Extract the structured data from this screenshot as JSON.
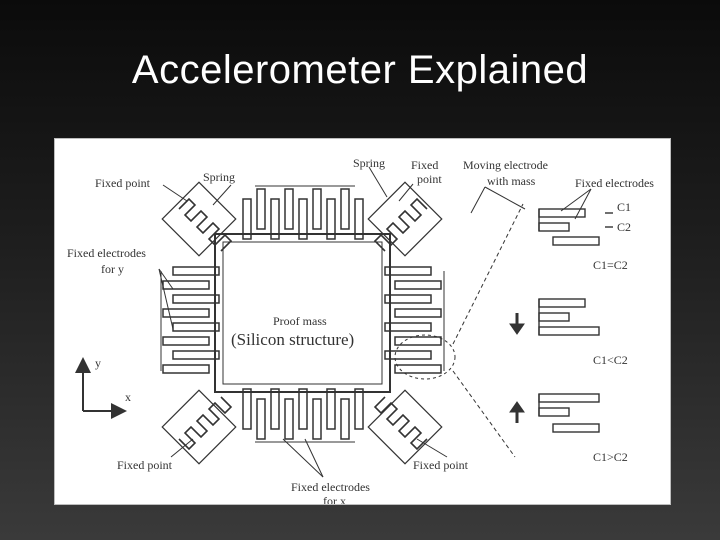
{
  "slide": {
    "title": "Accelerometer Explained"
  },
  "diagram": {
    "labels": {
      "fixed_point_top_left": "Fixed point",
      "spring_left": "Spring",
      "spring_right": "Spring",
      "fixed_point_top_right_1": "Fixed",
      "fixed_point_top_right_2": "point",
      "moving_electrode_1": "Moving electrode",
      "moving_electrode_2": "with mass",
      "fixed_electrodes_right": "Fixed electrodes",
      "fixed_electrodes_y_1": "Fixed electrodes",
      "fixed_electrodes_y_2": "for y",
      "proof_mass": "Proof mass",
      "silicon_structure": "(Silicon structure)",
      "fixed_point_bottom_left": "Fixed point",
      "fixed_point_bottom_right": "Fixed point",
      "fixed_electrodes_x_1": "Fixed electrodes",
      "fixed_electrodes_x_2": "for x",
      "axis_y": "y",
      "axis_x": "x",
      "c1": "C1",
      "c2": "C2",
      "state_equal": "C1=C2",
      "state_less": "C1<C2",
      "state_greater": "C1>C2"
    }
  }
}
